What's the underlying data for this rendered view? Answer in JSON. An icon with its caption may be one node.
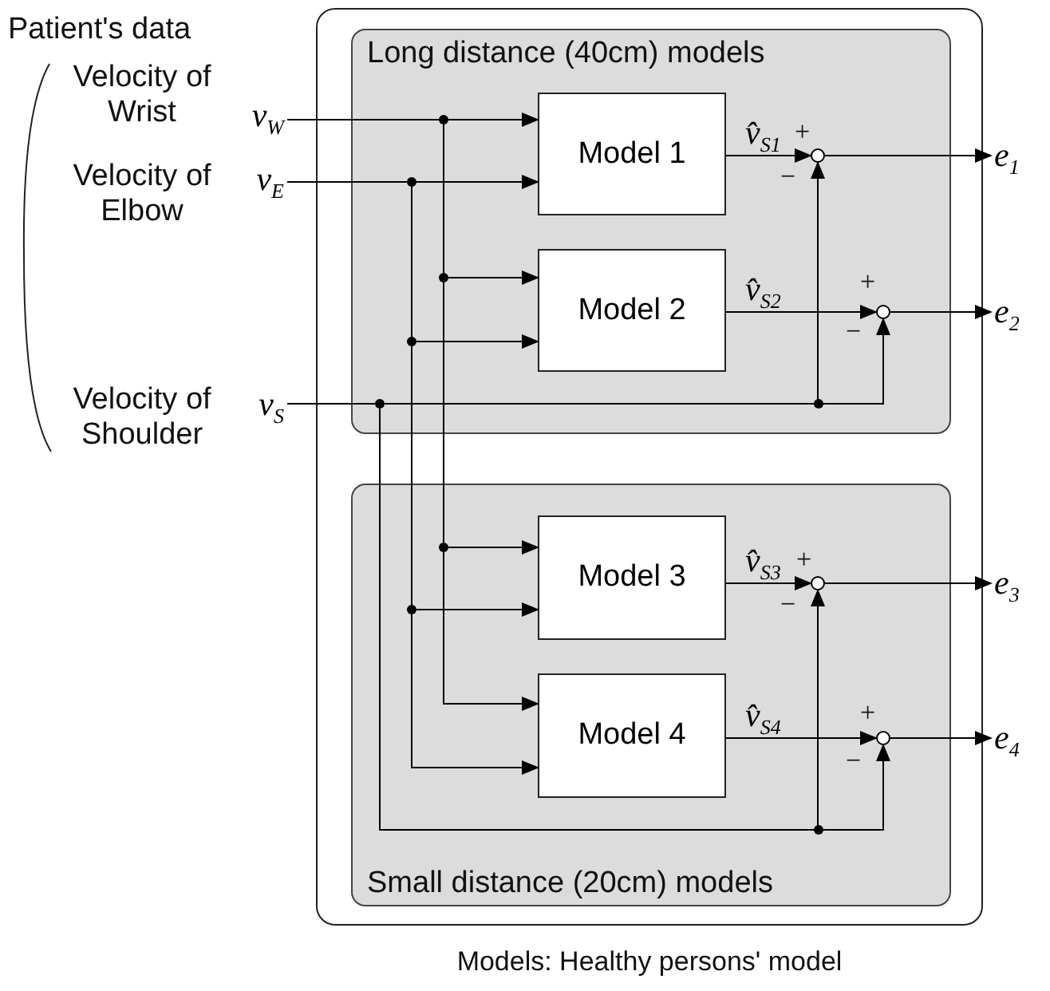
{
  "diagram": {
    "caption": "Models: Healthy persons' model",
    "nodes": [
      {
        "text": [
          "Velocity of Wrist",
          "v$_{W}$"
        ]
      },
      {
        "text": [
          "Velocity of Elbow",
          "v$_{E}$"
        ]
      },
      {
        "text": [
          "Velocity of Shoulder",
          "v$_{S}$"
        ]
      },
      {
        "text": [],
        "shape": "box"
      },
      {
        "text": [
          "Long distance (40cm) models"
        ],
        "in": 3
      },
      {
        "text": [
          "Model 1"
        ],
        "in": 4
      },
      {
        "text": [
          "Model 2"
        ],
        "in": 4
      },
      {
        "text": [],
        "shape": "circle",
        "in": 4
      },
      {
        "text": [],
        "shape": "circle",
        "in": 4
      },
      {
        "text": [
          "Small distance (20cm) models"
        ],
        "in": 3
      },
      {
        "text": [
          "Model 3"
        ],
        "in": 9
      },
      {
        "text": [
          "Model 4"
        ],
        "in": 9
      },
      {
        "text": [],
        "shape": "circle",
        "in": 9
      },
      {
        "text": [],
        "shape": "circle",
        "in": 9
      },
      {
        "text": [
          "e$_{1}$"
        ]
      },
      {
        "text": [
          "e$_{2}$"
        ]
      },
      {
        "text": [
          "e$_{3}$"
        ]
      },
      {
        "text": [
          "e$_{4}$"
        ]
      }
    ],
    "edges": [
      {
        "from": 0,
        "to": 5,
        "arrow": "to"
      },
      {
        "from": 0,
        "to": 6,
        "arrow": "to"
      },
      {
        "from": 0,
        "to": 10,
        "arrow": "to"
      },
      {
        "from": 0,
        "to": 11,
        "arrow": "to"
      },
      {
        "from": 1,
        "to": 5,
        "arrow": "to"
      },
      {
        "from": 1,
        "to": 6,
        "arrow": "to"
      },
      {
        "from": 1,
        "to": 10,
        "arrow": "to"
      },
      {
        "from": 1,
        "to": 11,
        "arrow": "to"
      },
      {
        "from": 2,
        "to": 7,
        "arrow": "to"
      },
      {
        "from": 2,
        "to": 8,
        "arrow": "to"
      },
      {
        "from": 2,
        "to": 12,
        "arrow": "to"
      },
      {
        "from": 2,
        "to": 13,
        "arrow": "to"
      },
      {
        "from": 5,
        "to": 7,
        "arrow": "to",
        "label": "v̂$_{S1}$"
      },
      {
        "from": 6,
        "to": 8,
        "arrow": "to",
        "label": "v̂$_{S2}$"
      },
      {
        "from": 10,
        "to": 12,
        "arrow": "to",
        "label": "v̂$_{S3}$"
      },
      {
        "from": 11,
        "to": 13,
        "arrow": "to",
        "label": "v̂$_{S4}$"
      },
      {
        "from": 7,
        "to": 14,
        "arrow": "to"
      },
      {
        "from": 8,
        "to": 15,
        "arrow": "to"
      },
      {
        "from": 12,
        "to": 16,
        "arrow": "to"
      },
      {
        "from": 13,
        "to": 17,
        "arrow": "to"
      }
    ],
    "labels": [
      "Patient's data",
      "+",
      "−",
      "+",
      "−",
      "+",
      "−",
      "+",
      "−"
    ]
  }
}
